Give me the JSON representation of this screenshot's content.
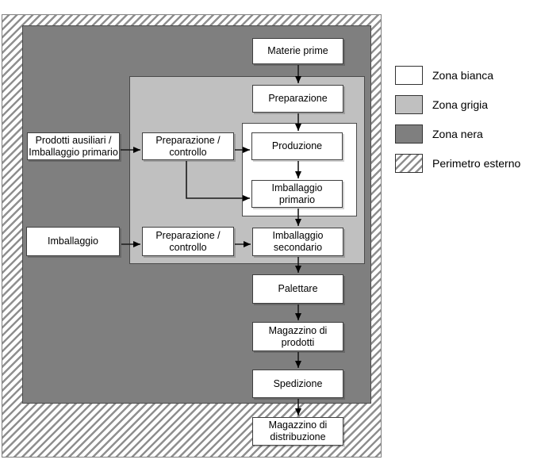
{
  "diagram": {
    "nodes": {
      "materie_prime": {
        "label": "Materie prime"
      },
      "preparazione": {
        "label": "Preparazione"
      },
      "produzione": {
        "label": "Produzione"
      },
      "imballaggio_primario": {
        "label": "Imballaggio\nprimario"
      },
      "imballaggio_secondario": {
        "label": "Imballaggio\nsecondario"
      },
      "palettare": {
        "label": "Palettare"
      },
      "magazzino_prodotti": {
        "label": "Magazzino di\nprodotti"
      },
      "spedizione": {
        "label": "Spedizione"
      },
      "magazzino_distribuzione": {
        "label": "Magazzino di\ndistribuzione"
      },
      "prodotti_ausiliari": {
        "label": "Prodotti ausiliari /\nImballaggio primario"
      },
      "preparazione_controllo_1": {
        "label": "Preparazione /\ncontrollo"
      },
      "imballaggio": {
        "label": "Imballaggio"
      },
      "preparazione_controllo_2": {
        "label": "Preparazione /\ncontrollo"
      }
    },
    "legend": {
      "items": [
        {
          "label": "Zona bianca",
          "swatch": "zona-bianca"
        },
        {
          "label": "Zona grigia",
          "swatch": "zona-grigia"
        },
        {
          "label": "Zona nera",
          "swatch": "zona-nera"
        },
        {
          "label": "Perimetro esterno",
          "swatch": "perimetro-esterno"
        }
      ]
    },
    "colors": {
      "zona_bianca": "#ffffff",
      "zona_grigia": "#c0c0c0",
      "zona_nera": "#7f7f7f",
      "hatch_stripe": "#8f8f8f",
      "box_border": "#3f3f3f",
      "arrow": "#000000"
    }
  }
}
